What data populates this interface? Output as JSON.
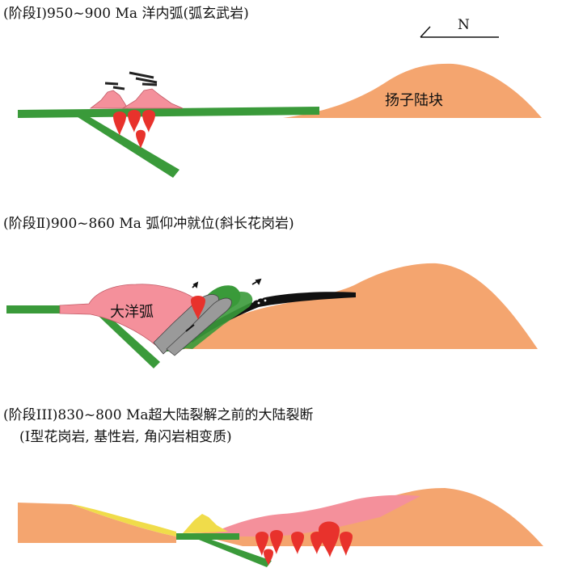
{
  "stages": [
    {
      "title": "(阶段Ⅰ)950~900 Ma 洋内弧(弧玄武岩)",
      "labels": {
        "craton": "扬子陆块"
      }
    },
    {
      "title": "(阶段Ⅱ)900~860 Ma 弧仰冲就位(斜长花岗岩)",
      "labels": {
        "arc": "大洋弧"
      }
    },
    {
      "title": "(阶段III)830~800 Ma超大陆裂解之前的大陆裂断",
      "subtitle": "(I型花岗岩, 基性岩, 角闪岩相变质)"
    }
  ],
  "north_arrow": {
    "label": "N"
  },
  "colors": {
    "craton": "#f4a56f",
    "oceanic_crust": "#3a9a3a",
    "arc": "#f4909b",
    "magma": "#e8322c",
    "sediment": "#111111",
    "ophiolite": "#9a9a9a",
    "basin_fill": "#f0dc4a"
  }
}
